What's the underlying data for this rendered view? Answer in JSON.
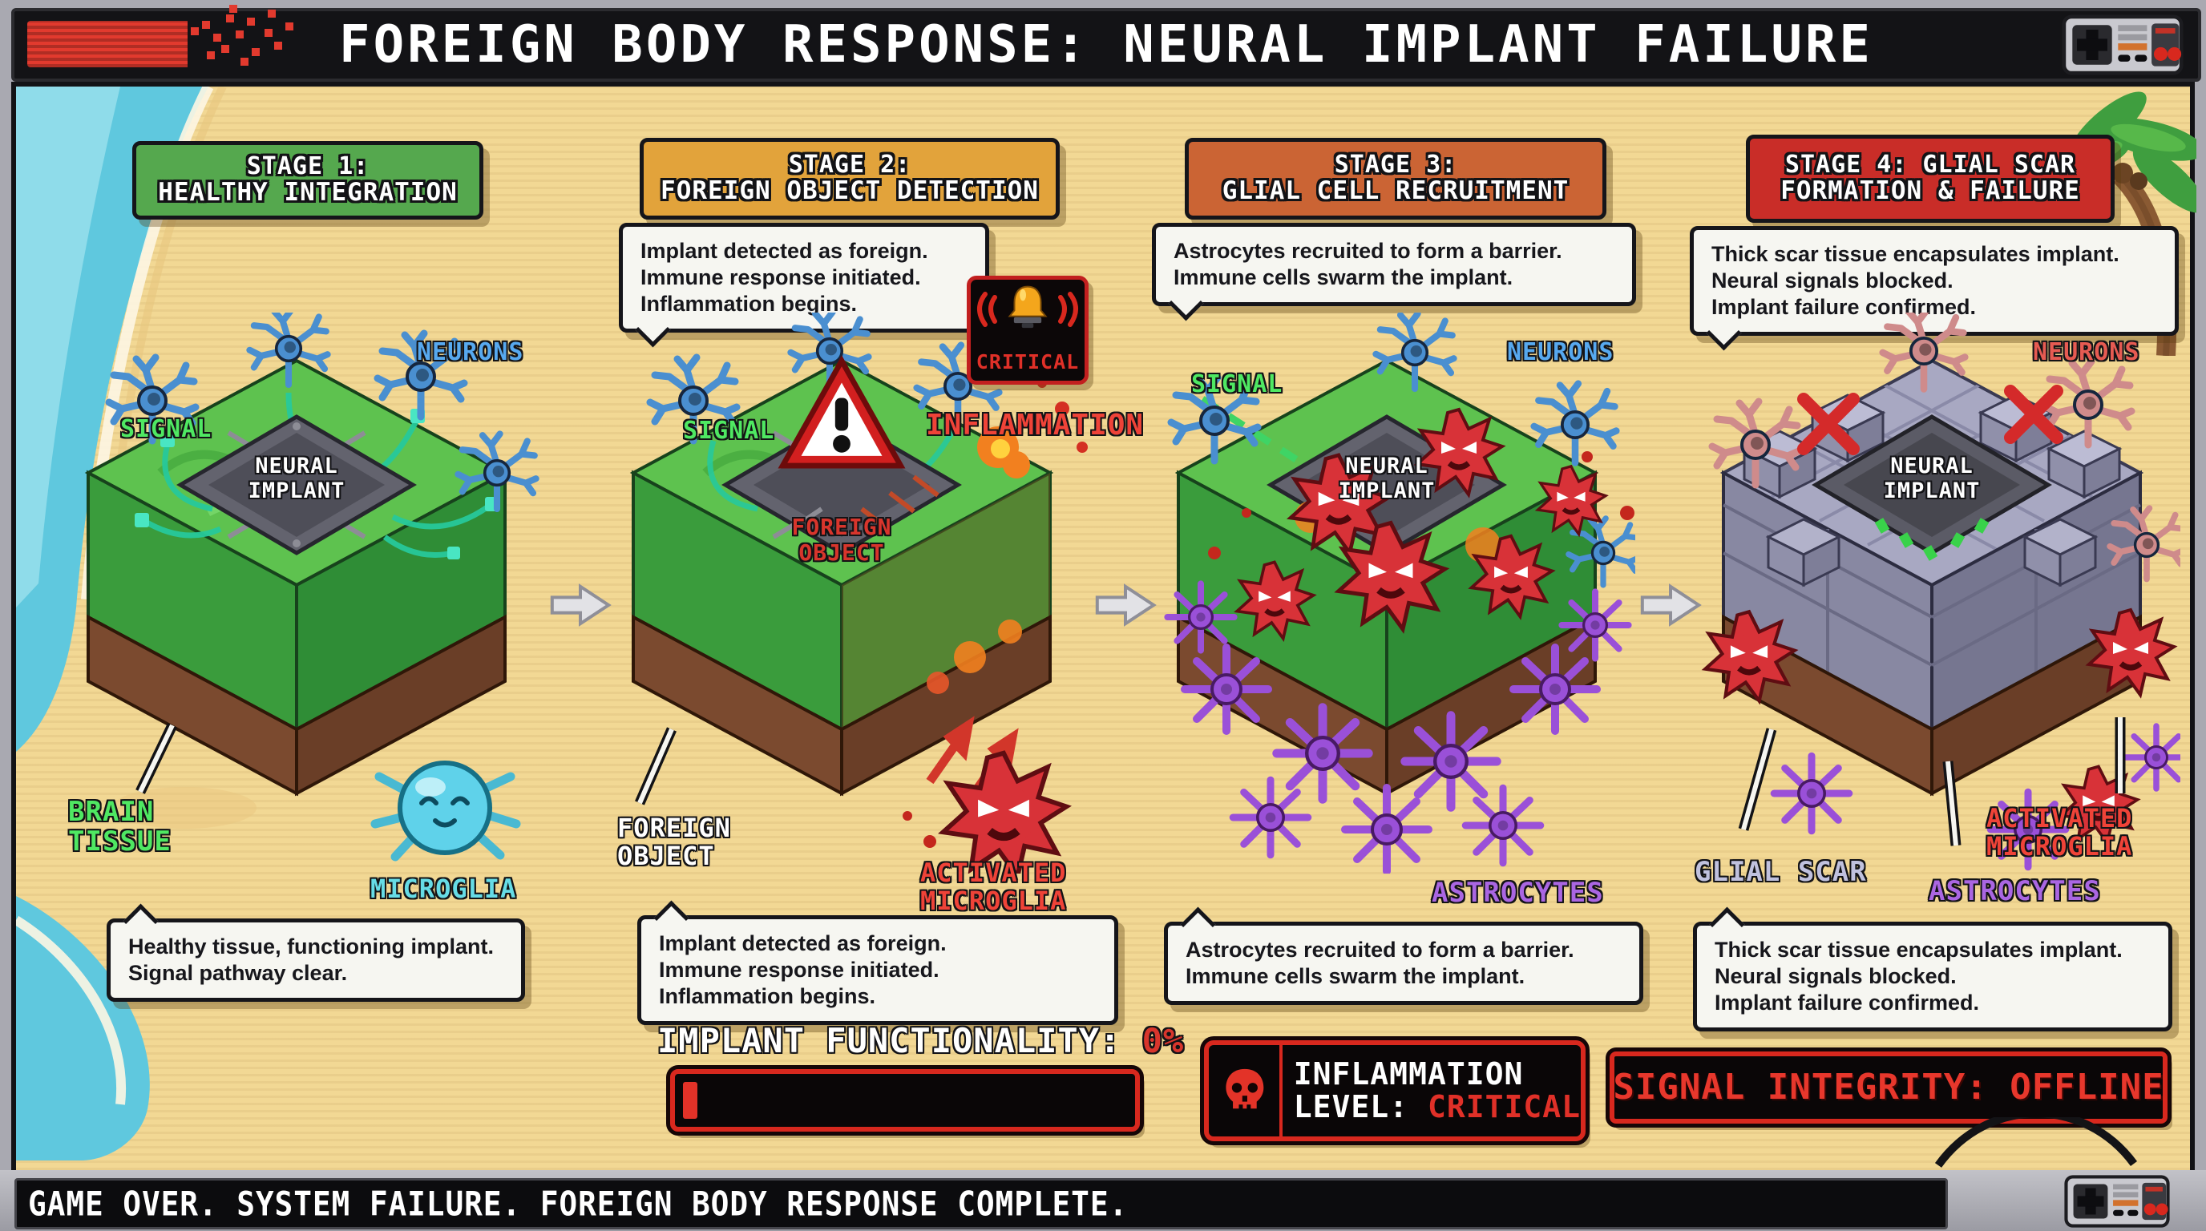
{
  "title": "FOREIGN BODY RESPONSE: NEURAL IMPLANT FAILURE",
  "footer": "GAME OVER. SYSTEM FAILURE. FOREIGN BODY RESPONSE COMPLETE.",
  "icons": {
    "top_right": "nes-controller",
    "bottom_right": "nes-controller",
    "critical_badge": "alarm-bell",
    "inflammation_badge": "skull",
    "stage2_chip": "warning-triangle",
    "between_stages": "right-arrow"
  },
  "stages": [
    {
      "badge1": "STAGE 1:",
      "badge2": "HEALTHY INTEGRATION",
      "badge_color": "#55a84e",
      "bubble": [
        "Healthy tissue, functioning implant.",
        "Signal pathway clear."
      ],
      "labels": {
        "signal": "SIGNAL",
        "neurons": "NEURONS",
        "chip1": "NEURAL",
        "chip2": "IMPLANT",
        "tissue1": "BRAIN",
        "tissue2": "TISSUE",
        "microglia": "MICROGLIA"
      }
    },
    {
      "badge1": "STAGE 2:",
      "badge2": "FOREIGN OBJECT DETECTION",
      "badge_color": "#e2a33b",
      "bubble": [
        "Implant detected as foreign.",
        "Immune response initiated.",
        "Inflammation begins."
      ],
      "labels": {
        "signal": "SIGNAL",
        "inflammation": "INFLAMMATION",
        "critical": "CRITICAL",
        "warn1": "FOREIGN",
        "warn2": "OBJECT",
        "pointer1": "FOREIGN",
        "pointer2": "OBJECT",
        "activated1": "ACTIVATED",
        "activated2": "MICROGLIA"
      }
    },
    {
      "badge1": "STAGE 3:",
      "badge2": "GLIAL CELL RECRUITMENT",
      "badge_color": "#cb6434",
      "bubble": [
        "Astrocytes recruited to form a barrier.",
        "Immune cells swarm the implant."
      ],
      "labels": {
        "signal": "SIGNAL",
        "neurons": "NEURONS",
        "chip1": "NEURAL",
        "chip2": "IMPLANT",
        "astrocytes": "ASTROCYTES"
      }
    },
    {
      "badge1": "STAGE 4: GLIAL SCAR",
      "badge2": "FORMATION & FAILURE",
      "badge_color": "#c92d28",
      "bubble": [
        "Thick scar tissue encapsulates implant.",
        "Neural signals blocked.",
        "Implant failure confirmed."
      ],
      "labels": {
        "neurons": "NEURONS",
        "chip1": "NEURAL",
        "chip2": "IMPLANT",
        "glial_scar": "GLIAL SCAR",
        "astrocytes": "ASTROCYTES",
        "activated1": "ACTIVATED",
        "activated2": "MICROGLIA"
      }
    }
  ],
  "status": {
    "functionality_label": "IMPLANT FUNCTIONALITY:",
    "functionality_value": "0%",
    "functionality_percent": 2,
    "inflammation1": "INFLAMMATION",
    "inflammation2": "LEVEL:",
    "inflammation_value": "CRITICAL",
    "signal_text": "SIGNAL INTEGRITY: OFFLINE"
  },
  "colors": {
    "accent_red": "#d8281e",
    "sand": "#f2d894",
    "panel_black": "#131316",
    "stage_badges": [
      "#55a84e",
      "#e2a33b",
      "#cb6434",
      "#c92d28"
    ],
    "label_green": "#4fe862",
    "label_blue": "#57a9ef",
    "label_cyan": "#66dce6",
    "label_red": "#ef4338",
    "label_purple": "#aa66e2",
    "label_lavender": "#c0c1de"
  }
}
